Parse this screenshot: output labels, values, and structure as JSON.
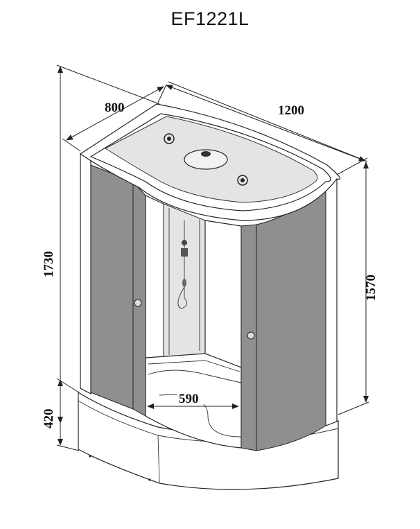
{
  "title": "EF1221L",
  "dimensions": {
    "width": "800",
    "length": "1200",
    "total_height": "1730",
    "cabin_height": "1570",
    "tray_height": "420",
    "entrance_width": "590"
  }
}
